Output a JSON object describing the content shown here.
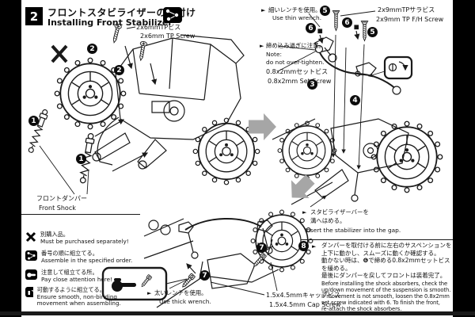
{
  "header": {
    "step_number": "2",
    "title_jp": "フロントスタビライザーの取付け",
    "title_en": "Installing Front Stabilizer"
  },
  "glyphs": {
    "bullet": "►"
  },
  "colors": {
    "ink": "#1a1a1a",
    "arrow_gray": "#a6a6a6",
    "paper": "#ffffff",
    "bar_black": "#000000"
  },
  "parts_labels": {
    "tp_screw": {
      "jp": "2x6mmTPビス",
      "en": "2x6mm TP Screw"
    },
    "fh_screw": {
      "jp": "2x9mmTPサラビス",
      "en": "2x9mm TP F/H Screw"
    },
    "set_screw": {
      "jp": "0.8x2mmセットビス",
      "en": "0.8x2mm Set Screw"
    },
    "cap_screw": {
      "jp": "1.5x4.5mmキャップビス",
      "en": "1.5x4.5mm Cap Screw"
    },
    "front_shock": {
      "jp": "フロントダンパー",
      "en": "Front Shock"
    }
  },
  "notes": {
    "thin_wrench": {
      "jp": "細いレンチを使用。",
      "en": "Use thin wrench."
    },
    "thick_wrench": {
      "jp": "太いレンチを使用。",
      "en": "Use thick wrench."
    },
    "overtighten": {
      "jp": "締め込み過ぎに注意。",
      "note_label": "Note:",
      "en": "do not over-tighten."
    },
    "stabilizer": {
      "jp1": "スタビライザーバーを",
      "jp2": "溝へはめる。",
      "en": "Insert the stabilizer into the gap."
    }
  },
  "callouts": {
    "shock_a": "1",
    "shock_b": "1",
    "screw2_a": "2",
    "screw2_b": "2",
    "part3": "3",
    "part4": "4",
    "screw5_a": "5",
    "screw5_b": "5",
    "set6_a": "6",
    "set6_b": "6",
    "cap7_a": "7",
    "cap7_b": "7"
  },
  "legend": {
    "items": [
      {
        "icon": "x-mark-icon",
        "jp": "別購入品。",
        "en": "Must be purchased separately!"
      },
      {
        "icon": "assembly-order-icon",
        "jp": "番号の順に組立てる。",
        "en": "Assemble in the specified order."
      },
      {
        "icon": "attention-hand-icon",
        "jp": "注意して組立てる所。",
        "en": "Pay close attention here!"
      },
      {
        "icon": "free-movement-icon",
        "jp": "可動するように組立てる。",
        "en": "Ensure smooth, non-binding movement when assembling."
      }
    ]
  },
  "final_note": {
    "number": "8",
    "jp_lines": [
      "ダンパーを取付ける前に左右のサスペンションを",
      "上下に動かし、スムーズに動くか確認する。",
      "動かない時は、❻で締める0.8x2mmセットビス",
      "を緩める。",
      "最後にダンパーを戻してフロントは装着完了。"
    ],
    "en_lines": [
      "Before installing the shock absorbers, check the",
      "up/down movement of the suspension is smooth.",
      "If movement is not smooth, loosen the 0.8x2mm",
      "set screw indicated with 6. To finish the front,",
      "re-attach the shock absorbers."
    ]
  }
}
